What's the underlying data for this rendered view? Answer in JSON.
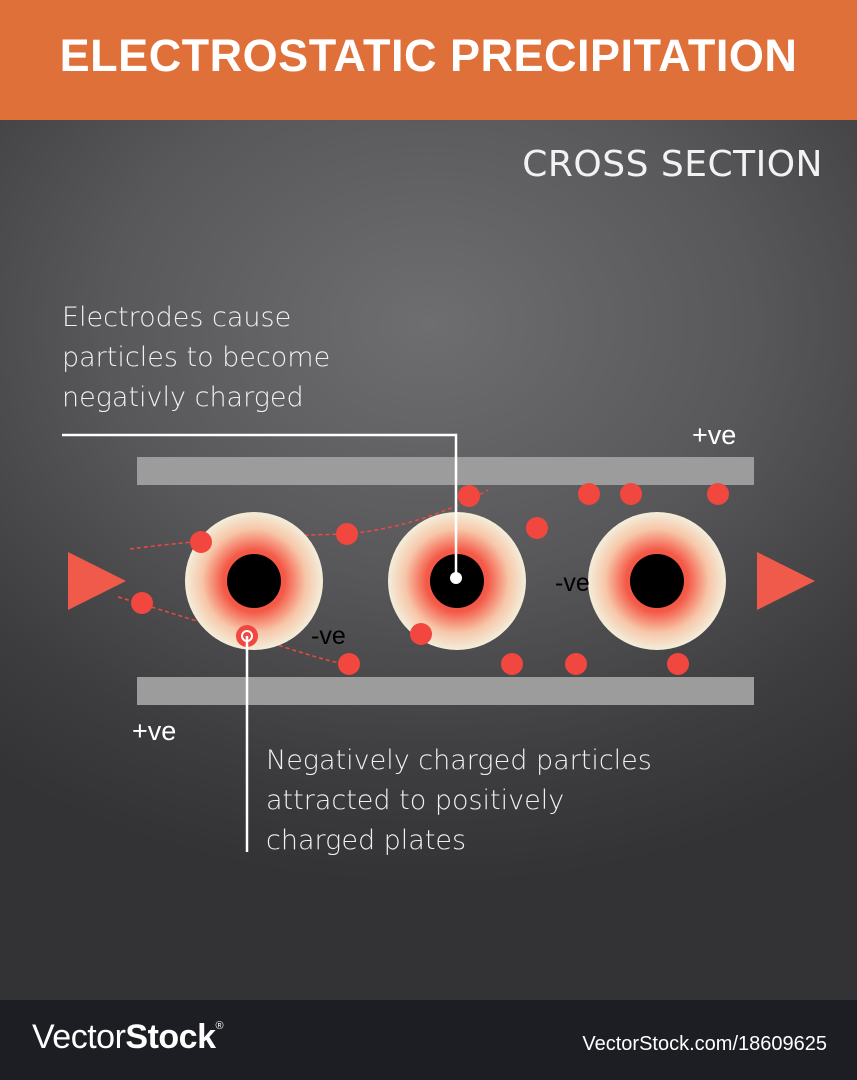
{
  "header": {
    "title": "ELECTROSTATIC PRECIPITATION",
    "background_color": "#e0703a"
  },
  "subtitle": "CROSS SECTION",
  "captions": {
    "top": [
      "Electrodes cause",
      "particles to become",
      "negativly charged"
    ],
    "bottom": [
      "Negatively charged particles",
      "attracted to positively",
      "charged plates"
    ]
  },
  "labels": {
    "plate_top_charge": "+ve",
    "plate_bottom_charge": "+ve",
    "electrode_charge_1": "-ve",
    "electrode_charge_2": "-ve"
  },
  "colors": {
    "particle": "#f1473f",
    "arrow": "#ef5a4a",
    "plate": "#9c9c9c",
    "electrode_core": "#000000",
    "electrode_outer": "#f3eedb"
  },
  "footer": {
    "brand_light": "Vector",
    "brand_bold": "Stock",
    "brand_mark": "®",
    "image_id": "VectorStock.com/18609625"
  }
}
